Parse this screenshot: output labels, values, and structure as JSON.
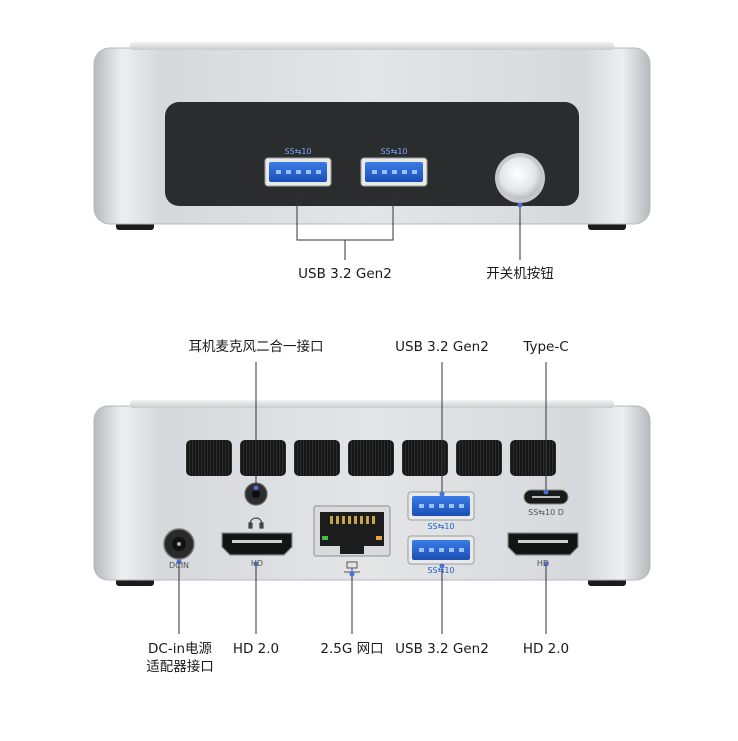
{
  "front_panel": {
    "usb_label": "USB 3.2 Gen2",
    "power_button_label": "开关机按钮",
    "usb_port_logo": "SS⇆10"
  },
  "rear_panel": {
    "headset_jack_label": "耳机麦克风二合一接口",
    "usb_top_label": "USB 3.2 Gen2",
    "typec_label": "Type-C",
    "dc_in_label_line1": "DC-in电源",
    "dc_in_label_line2": "适配器接口",
    "hdmi_left_label": "HD 2.0",
    "lan_label": "2.5G 网口",
    "usb_bottom_label": "USB 3.2 Gen2",
    "hdmi_right_label": "HD 2.0",
    "dcin_marking": "DCIN",
    "hd_marking_left": "HD",
    "hd_marking_right": "HD",
    "usb_logo_upper": "SS⇆10",
    "usb_logo_lower": "SS⇆10",
    "typec_logo": "SS⇆10 D"
  },
  "colors": {
    "chassis": "#d9dadc",
    "panel": "#2b2c2e",
    "usb_blue": "#1f5fd0",
    "callout_line": "#333333",
    "callout_dot": "#4a6fd6"
  }
}
